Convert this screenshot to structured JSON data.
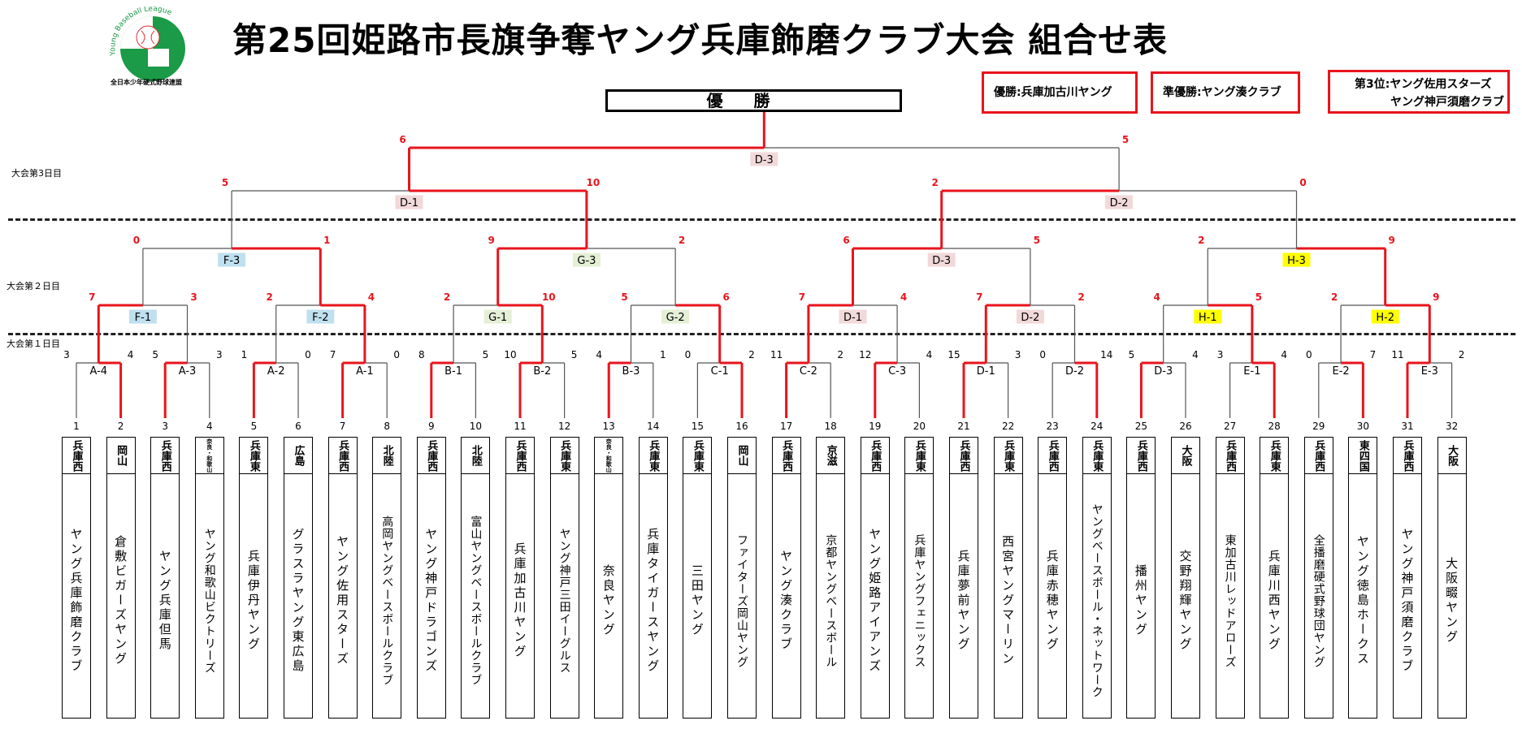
{
  "title": "第25回姫路市長旗争奪ヤング兵庫飾磨クラブ大会 組合せ表",
  "logo": {
    "arc_text": "Young Baseball League",
    "caption": "全日本少年硬式野球連盟"
  },
  "results": {
    "winner": "優勝:兵庫加古川ヤング",
    "runner_up": "準優勝:ヤング湊クラブ",
    "third_1": "第3位:ヤング佐用スターズ",
    "third_2": "ヤング神戸須磨クラブ"
  },
  "champion_banner": "優勝",
  "day_labels": {
    "day3": "大会第3日目",
    "day2": "大会第２日目",
    "day1": "大会第１日目"
  },
  "colors": {
    "win_line": "#e8141c",
    "lose_line": "#555555",
    "f_blue": "#bfe0ee",
    "g_green": "#e4efd6",
    "d_pink": "#f2d9d9",
    "h_yellow": "#ffff00"
  },
  "teams": [
    {
      "no": "1",
      "region": "兵庫西",
      "name": "ヤング兵庫飾磨クラブ"
    },
    {
      "no": "2",
      "region": "岡山",
      "name": "倉敷ビガーズヤング"
    },
    {
      "no": "3",
      "region": "兵庫西",
      "name": "ヤング兵庫但馬"
    },
    {
      "no": "4",
      "region": "奈良・和歌山",
      "name": "ヤング和歌山ビクトリーズ"
    },
    {
      "no": "5",
      "region": "兵庫東",
      "name": "兵庫伊丹ヤング"
    },
    {
      "no": "6",
      "region": "広島",
      "name": "グラスラヤング東広島"
    },
    {
      "no": "7",
      "region": "兵庫西",
      "name": "ヤング佐用スターズ"
    },
    {
      "no": "8",
      "region": "北陸",
      "name": "高岡ヤングベースボールクラブ"
    },
    {
      "no": "9",
      "region": "兵庫西",
      "name": "ヤング神戸ドラゴンズ"
    },
    {
      "no": "10",
      "region": "北陸",
      "name": "富山ヤングベースボールクラブ"
    },
    {
      "no": "11",
      "region": "兵庫西",
      "name": "兵庫加古川ヤング"
    },
    {
      "no": "12",
      "region": "兵庫東",
      "name": "ヤング神戸三田イーグルス"
    },
    {
      "no": "13",
      "region": "奈良・和歌山",
      "name": "奈良ヤング"
    },
    {
      "no": "14",
      "region": "兵庫東",
      "name": "兵庫タイガースヤング"
    },
    {
      "no": "15",
      "region": "兵庫東",
      "name": "三田ヤング"
    },
    {
      "no": "16",
      "region": "岡山",
      "name": "ファイターズ岡山ヤング"
    },
    {
      "no": "17",
      "region": "兵庫西",
      "name": "ヤング湊クラブ"
    },
    {
      "no": "18",
      "region": "京滋",
      "name": "京都ヤングベースボール"
    },
    {
      "no": "19",
      "region": "兵庫西",
      "name": "ヤング姫路アイアンズ"
    },
    {
      "no": "20",
      "region": "兵庫東",
      "name": "兵庫ヤングフェニックス"
    },
    {
      "no": "21",
      "region": "兵庫西",
      "name": "兵庫夢前ヤング"
    },
    {
      "no": "22",
      "region": "兵庫東",
      "name": "西宮ヤングマーリン"
    },
    {
      "no": "23",
      "region": "兵庫西",
      "name": "兵庫赤穂ヤング"
    },
    {
      "no": "24",
      "region": "兵庫東",
      "name": "ヤングベースボール・ネットワーク"
    },
    {
      "no": "25",
      "region": "兵庫西",
      "name": "播州ヤング"
    },
    {
      "no": "26",
      "region": "大阪",
      "name": "交野翔輝ヤング"
    },
    {
      "no": "27",
      "region": "兵庫西",
      "name": "東加古川レッドアローズ"
    },
    {
      "no": "28",
      "region": "兵庫東",
      "name": "兵庫川西ヤング"
    },
    {
      "no": "29",
      "region": "兵庫西",
      "name": "全播磨硬式野球団ヤング"
    },
    {
      "no": "30",
      "region": "東四国",
      "name": "ヤング徳島ホークス"
    },
    {
      "no": "31",
      "region": "兵庫西",
      "name": "ヤング神戸須磨クラブ"
    },
    {
      "no": "32",
      "region": "大阪",
      "name": "大阪畷ヤング"
    }
  ],
  "round1": [
    {
      "label": "A-4",
      "left": "3",
      "right": "4",
      "winner": "right"
    },
    {
      "label": "A-3",
      "left": "5",
      "right": "3",
      "winner": "left"
    },
    {
      "label": "A-2",
      "left": "1",
      "right": "0",
      "winner": "left"
    },
    {
      "label": "A-1",
      "left": "7",
      "right": "0",
      "winner": "left"
    },
    {
      "label": "B-1",
      "left": "8",
      "right": "5",
      "winner": "left"
    },
    {
      "label": "B-2",
      "left": "10",
      "right": "5",
      "winner": "left"
    },
    {
      "label": "B-3",
      "left": "4",
      "right": "1",
      "winner": "left"
    },
    {
      "label": "C-1",
      "left": "0",
      "right": "2",
      "winner": "right"
    },
    {
      "label": "C-2",
      "left": "11",
      "right": "2",
      "winner": "left"
    },
    {
      "label": "C-3",
      "left": "12",
      "right": "4",
      "winner": "left"
    },
    {
      "label": "D-1",
      "left": "15",
      "right": "3",
      "winner": "left"
    },
    {
      "label": "D-2",
      "left": "0",
      "right": "14",
      "winner": "right"
    },
    {
      "label": "D-3",
      "left": "5",
      "right": "4",
      "winner": "left"
    },
    {
      "label": "E-1",
      "left": "3",
      "right": "4",
      "winner": "right"
    },
    {
      "label": "E-2",
      "left": "0",
      "right": "7",
      "winner": "right"
    },
    {
      "label": "E-3",
      "left": "11",
      "right": "2",
      "winner": "left"
    }
  ],
  "round2": [
    {
      "label": "F-1",
      "left": "7",
      "right": "3",
      "winner": "left"
    },
    {
      "label": "F-2",
      "left": "2",
      "right": "4",
      "winner": "right"
    },
    {
      "label": "G-1",
      "left": "2",
      "right": "10",
      "winner": "right"
    },
    {
      "label": "G-2",
      "left": "5",
      "right": "6",
      "winner": "right"
    },
    {
      "label": "D-1",
      "left": "7",
      "right": "4",
      "winner": "left"
    },
    {
      "label": "D-2",
      "left": "7",
      "right": "2",
      "winner": "left"
    },
    {
      "label": "H-1",
      "left": "4",
      "right": "5",
      "winner": "right"
    },
    {
      "label": "H-2",
      "left": "2",
      "right": "9",
      "winner": "right"
    }
  ],
  "round3": [
    {
      "label": "F-3",
      "left": "0",
      "right": "1",
      "winner": "right"
    },
    {
      "label": "G-3",
      "left": "9",
      "right": "2",
      "winner": "left"
    },
    {
      "label": "D-3",
      "left": "6",
      "right": "5",
      "winner": "left"
    },
    {
      "label": "H-3",
      "left": "2",
      "right": "9",
      "winner": "right"
    }
  ],
  "semis": [
    {
      "label": "D-1",
      "left": "5",
      "right": "10",
      "winner": "right"
    },
    {
      "label": "D-2",
      "left": "2",
      "right": "0",
      "winner": "left"
    }
  ],
  "final": {
    "label": "D-3",
    "left": "6",
    "right": "5",
    "winner": "left"
  }
}
